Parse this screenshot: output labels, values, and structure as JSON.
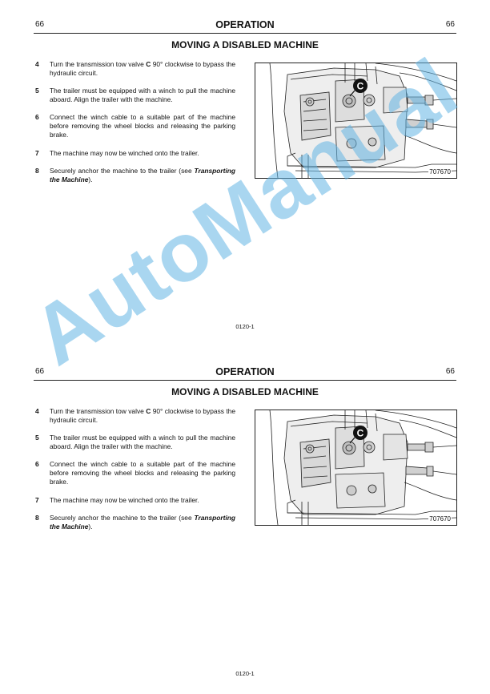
{
  "pages": [
    {
      "page_number_left": "66",
      "header_title": "OPERATION",
      "page_number_right": "66",
      "section_title": "MOVING A DISABLED MACHINE",
      "steps": [
        {
          "num": "4",
          "pre": "Turn the transmission tow valve ",
          "bold": "C",
          "post": " 90° clockwise to bypass the hydraulic circuit."
        },
        {
          "num": "5",
          "text": "The trailer must be equipped with a winch to pull the machine aboard. Align the trailer with the machine."
        },
        {
          "num": "6",
          "text": "Connect the winch cable to a suitable part of the machine before removing the wheel blocks and releasing the parking brake."
        },
        {
          "num": "7",
          "text": "The machine may now be winched onto the trailer."
        },
        {
          "num": "8",
          "pre": "Securely anchor the machine to the trailer (see ",
          "bold_italic": "Transporting the Machine",
          "post": ")."
        }
      ],
      "figure": {
        "callout": "C",
        "code": "707670"
      },
      "footer": "0120-1"
    },
    {
      "page_number_left": "66",
      "header_title": "OPERATION",
      "page_number_right": "66",
      "section_title": "MOVING A DISABLED MACHINE",
      "steps": [
        {
          "num": "4",
          "pre": "Turn the transmission tow valve ",
          "bold": "C",
          "post": " 90° clockwise to bypass the hydraulic circuit."
        },
        {
          "num": "5",
          "text": "The trailer must be equipped with a winch to pull the machine aboard. Align the trailer with the machine."
        },
        {
          "num": "6",
          "text": "Connect the winch cable to a suitable part of the machine before removing the wheel blocks and releasing the parking brake."
        },
        {
          "num": "7",
          "text": "The machine may now be winched onto the trailer."
        },
        {
          "num": "8",
          "pre": "Securely anchor the machine to the trailer (see ",
          "bold_italic": "Transporting the Machine",
          "post": ")."
        }
      ],
      "figure": {
        "callout": "C",
        "code": "707670"
      },
      "footer": "0120-1"
    }
  ],
  "watermark": {
    "text": "AutoManual",
    "color": "#62b4e4"
  }
}
